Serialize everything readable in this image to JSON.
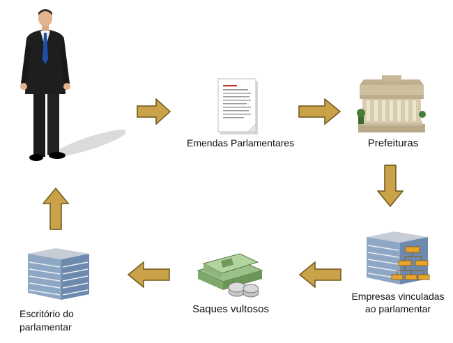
{
  "nodes": {
    "emendas": {
      "label": "Emendas Parlamentares",
      "icon": "document-icon"
    },
    "prefeituras": {
      "label": "Prefeituras",
      "icon": "city-hall-icon"
    },
    "empresas": {
      "label_line1": "Empresas vinculadas",
      "label_line2": "ao parlamentar",
      "icon": "org-chart-building-icon"
    },
    "saques": {
      "label": "Saques vultosos",
      "icon": "money-bundles-icon"
    },
    "escritorio": {
      "label_line1": "Escritório do",
      "label_line2": "parlamentar",
      "icon": "office-building-icon"
    },
    "parlamentar": {
      "icon": "businessman-icon"
    }
  },
  "colors": {
    "arrow_fill": "#c9a24a",
    "arrow_stroke": "#6e5518"
  }
}
